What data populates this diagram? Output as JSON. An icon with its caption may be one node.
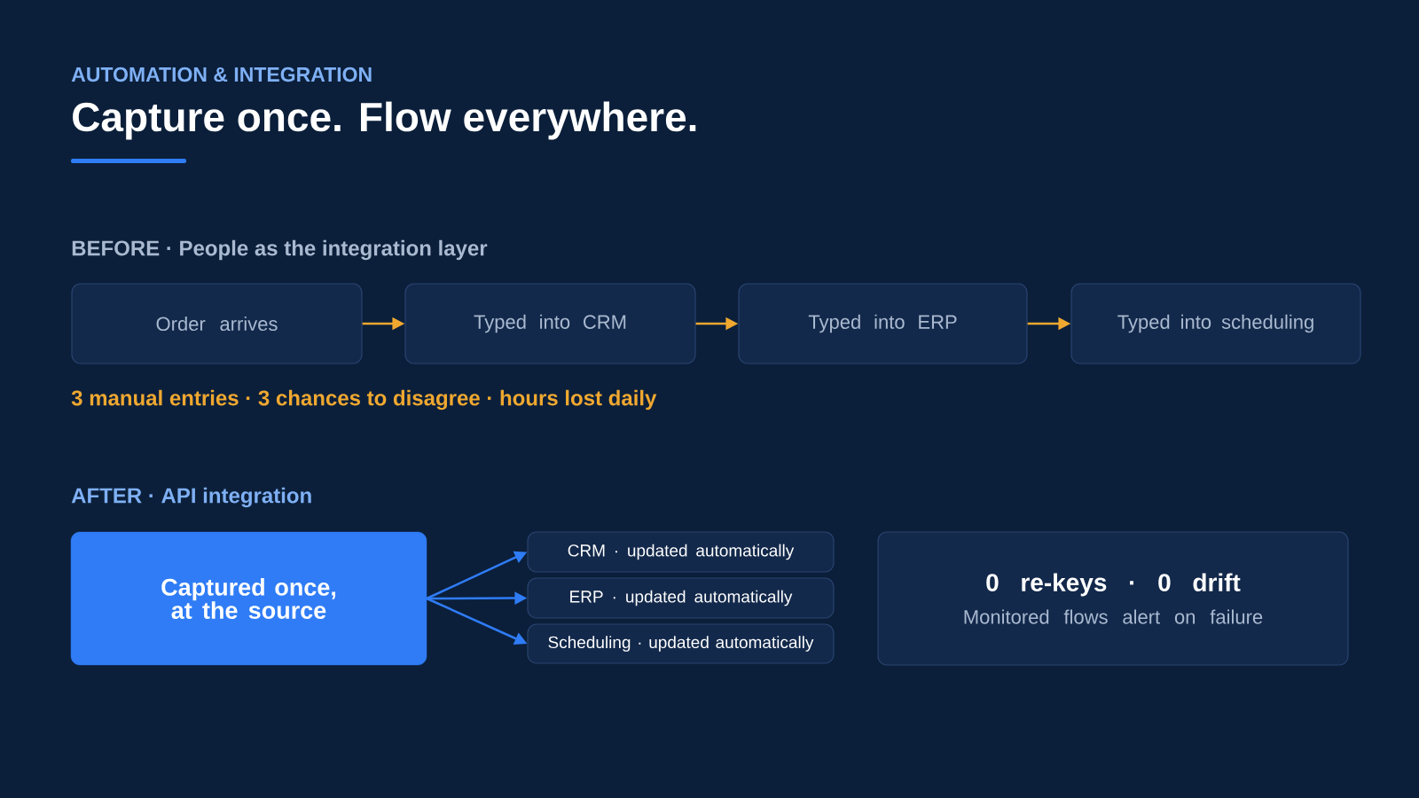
{
  "diagram": {
    "title": "Capture once. Flow everywhere.",
    "nodes": [
      {
        "text": [
          "Order arrives"
        ]
      },
      {
        "text": [
          "Typed into CRM"
        ]
      },
      {
        "text": [
          "Typed into ERP"
        ]
      },
      {
        "text": [
          "Typed into scheduling"
        ]
      },
      {
        "text": [
          "Captured once, at the source"
        ]
      },
      {
        "text": [
          "CRM · updated automatically"
        ]
      },
      {
        "text": [
          "ERP · updated automatically"
        ]
      },
      {
        "text": [
          "Scheduling · updated automatically"
        ]
      },
      {
        "text": [
          "0 re-keys · 0 drift",
          "Monitored flows alert on failure"
        ]
      }
    ],
    "edges": [
      {
        "from": 0,
        "to": 1,
        "arrow": "to",
        "color": "#f0a830"
      },
      {
        "from": 1,
        "to": 2,
        "arrow": "to",
        "color": "#f0a830"
      },
      {
        "from": 2,
        "to": 3,
        "arrow": "to",
        "color": "#f0a830"
      },
      {
        "from": 4,
        "to": 5,
        "arrow": "to",
        "color": "#2f7cf6"
      },
      {
        "from": 4,
        "to": 6,
        "arrow": "to",
        "color": "#2f7cf6"
      },
      {
        "from": 4,
        "to": 7,
        "arrow": "to",
        "color": "#2f7cf6"
      }
    ],
    "labels": [
      "AUTOMATION & INTEGRATION",
      "BEFORE · People as the integration layer",
      "3 manual entries · 3 chances to disagree · hours lost daily",
      "AFTER · API integration"
    ]
  }
}
